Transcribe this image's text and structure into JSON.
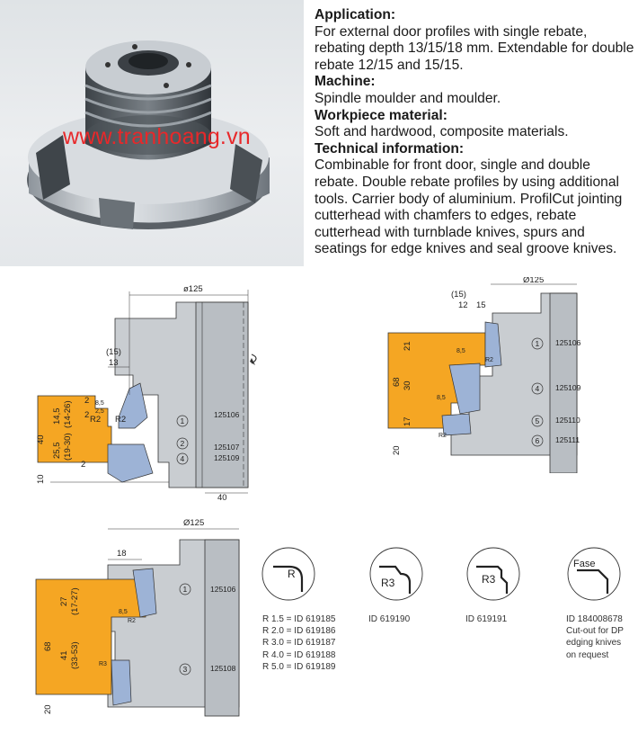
{
  "watermark": "www.tranhoang.vn",
  "info": {
    "application_heading": "Application:",
    "application_text": "For external door profiles with single rebate, rebating depth 13/15/18 mm. Extendable for double rebate 12/15 and 15/15.",
    "machine_heading": "Machine:",
    "machine_text": "Spindle moulder and moulder.",
    "material_heading": "Workpiece material:",
    "material_text": "Soft and hardwood, composite materials.",
    "technical_heading": "Technical information:",
    "technical_text": "Combinable for front door, single and double rebate. Double rebate profiles by using additional tools. Carrier body of aluminium. ProfilCut jointing cutterhead with chamfers to edges, rebate cutterhead with turnblade knives, spurs and seatings for edge knives and seal groove knives."
  },
  "diagram1": {
    "diameter": "ø125",
    "d15": "(15)",
    "d13": "13",
    "d14_5": "14,5",
    "d14_26": "(14-26)",
    "d2a": "2",
    "d2b": "2",
    "d8_5": "8,5",
    "d2_5": "2,5",
    "r2a": "R2",
    "r2b": "R2",
    "d40": "40",
    "d25_5": "25,5",
    "d19_30": "(19-30)",
    "d2c": "2",
    "d10": "10",
    "d40b": "40",
    "n1": "1",
    "n2": "2",
    "n4": "4",
    "id1": "125106",
    "id2": "125107",
    "id4": "125109"
  },
  "diagram2": {
    "diameter": "Ø125",
    "d15p": "(15)",
    "d12": "12",
    "d15": "15",
    "d21": "21",
    "d68": "68",
    "d30": "30",
    "d17": "17",
    "d20": "20",
    "d8_5a": "8,5",
    "d8_5b": "8,5",
    "r2a": "R2",
    "r2b": "R2",
    "n1": "1",
    "n4": "4",
    "n5": "5",
    "n6": "6",
    "id1": "125106",
    "id4": "125109",
    "id5": "125110",
    "id6": "125111"
  },
  "diagram3": {
    "diameter": "Ø125",
    "d18": "18",
    "d27": "27",
    "d17_27": "(17-27)",
    "d68": "68",
    "d41": "41",
    "d33_53": "(33-53)",
    "d20": "20",
    "d8_5": "8,5",
    "r2": "R2",
    "r3": "R3",
    "n1": "1",
    "n3": "3",
    "id1": "125106",
    "id3": "125108"
  },
  "profiles": [
    {
      "symbol": "R",
      "lines": [
        "R 1.5 = ID 619185",
        "R 2.0 = ID 619186",
        "R 3.0 = ID 619187",
        "R 4.0 = ID 619188",
        "R 5.0 = ID 619189"
      ]
    },
    {
      "symbol": "R3",
      "lines": [
        "ID 619190"
      ]
    },
    {
      "symbol": "R3",
      "lines": [
        "ID 619191"
      ]
    },
    {
      "symbol": "Fase",
      "lines": [
        "ID 184008678",
        "Cut-out for DP",
        "edging knives",
        "on request"
      ]
    }
  ],
  "colors": {
    "workpiece": "#f5a623",
    "tool_body": "#c9cdd1",
    "knife": "#9db3d6",
    "watermark": "#e8282a"
  }
}
